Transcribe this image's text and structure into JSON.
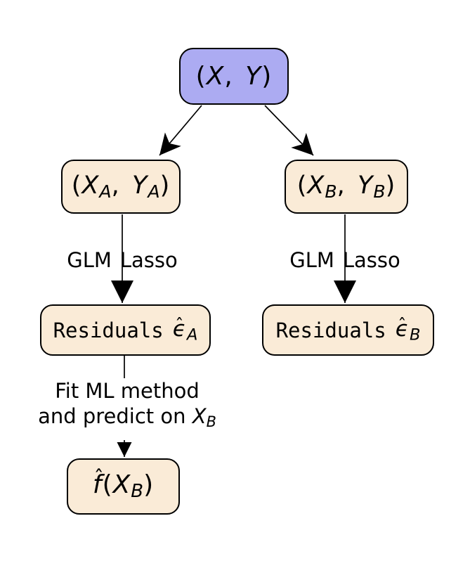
{
  "diagram": {
    "title_hint": "Residual comparison flow diagram",
    "colors": {
      "root_fill": "#acabf2",
      "leaf_fill": "#faebd7",
      "border": "#000000",
      "edge": "#000000",
      "background": "#ffffff",
      "text": "#000000"
    },
    "nodes": {
      "root": {
        "p1": "(",
        "i1": "X",
        "comma": ",",
        "i2": "Y",
        "p3": ")"
      },
      "a": {
        "p1": "(",
        "i1": "X",
        "s1": "A",
        "comma": ",",
        "i2": "Y",
        "s2": "A",
        "p3": ")"
      },
      "b": {
        "p1": "(",
        "i1": "X",
        "s1": "B",
        "comma": ",",
        "i2": "Y",
        "s2": "B",
        "p3": ")"
      },
      "res_a": {
        "tt": "Residuals",
        "hat": "ˆ",
        "eps": "ϵ",
        "sub": "A"
      },
      "res_b": {
        "tt": "Residuals",
        "hat": "ˆ",
        "eps": "ϵ",
        "sub": "B"
      },
      "fhat": {
        "hat": "ˆ",
        "f": "f",
        "p1": "(",
        "i1": "X",
        "s1": "B",
        "p2": ")"
      }
    },
    "edge_labels": {
      "glm_left": {
        "w1": "GLM",
        "w2": "Lasso"
      },
      "glm_right": {
        "w1": "GLM",
        "w2": "Lasso"
      },
      "fit": {
        "line1": "Fit ML method",
        "line2_pre": "and predict on ",
        "x": "X",
        "sub": "B"
      }
    }
  }
}
